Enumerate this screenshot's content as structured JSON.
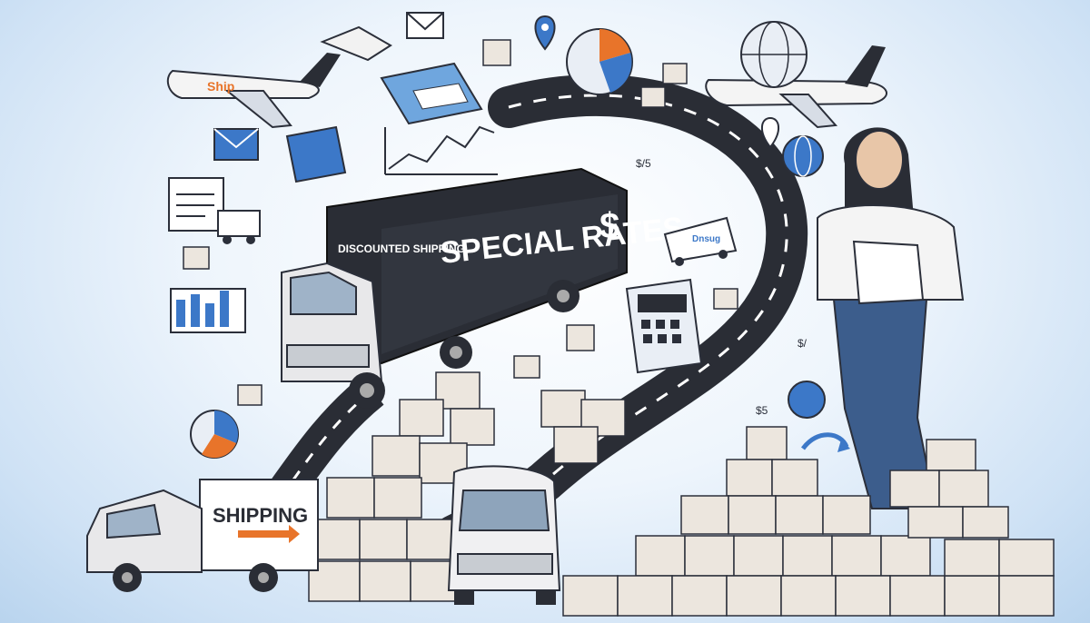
{
  "illustration": {
    "trailer_small_text": "DISCOUNTED SHIPPING",
    "trailer_big_text": "SPECIAL RATES",
    "trailer_symbol": "$",
    "front_truck_text": "SHIPPING",
    "plane_text": "Ship",
    "van_text": "Dnsug",
    "misc_price_1": "$5",
    "misc_price_2": "$/5",
    "misc_price_3": "$/"
  },
  "colors": {
    "ink": "#2b2f3a",
    "accent_blue": "#3c78c8",
    "accent_orange": "#e8742a",
    "box": "#ece6de",
    "road": "#2a2d35",
    "background": "#dbe9f7"
  },
  "icons": [
    "airplane-icon",
    "handshake-icon",
    "envelope-icon",
    "pie-chart-icon",
    "globe-icon",
    "location-pin-icon",
    "calculator-icon",
    "line-chart-icon",
    "clipboard-icon",
    "refresh-arrow-icon",
    "box-icon"
  ]
}
